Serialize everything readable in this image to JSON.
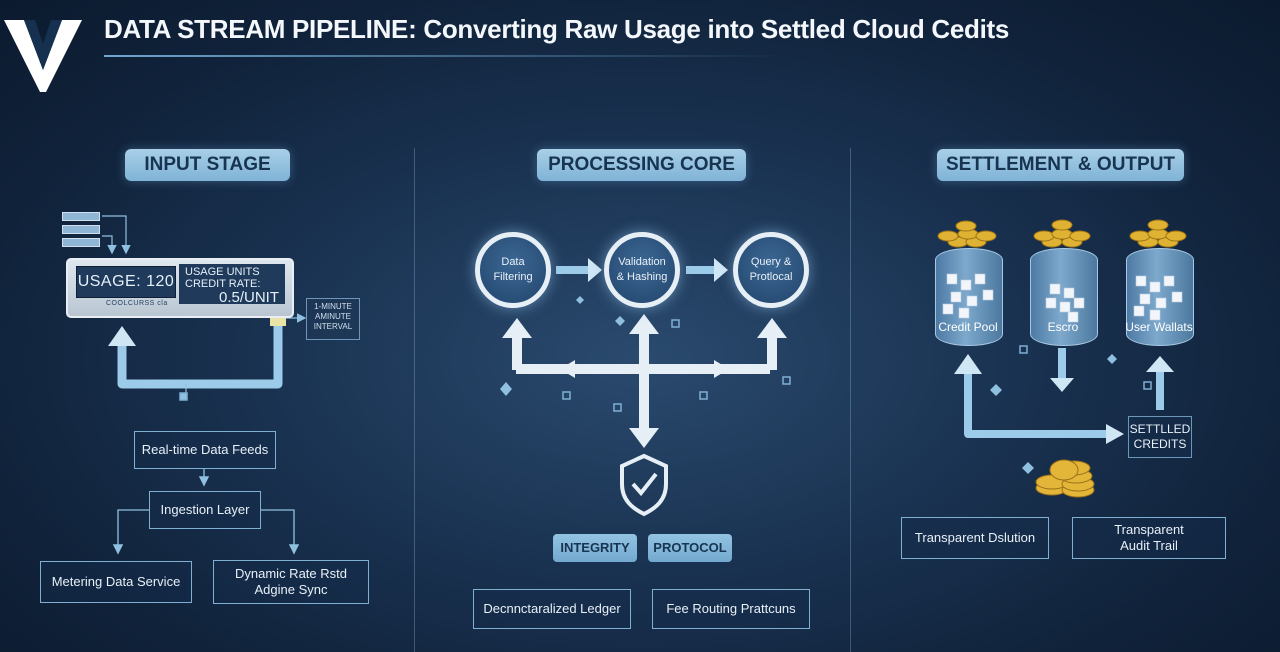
{
  "header": {
    "title": "DATA STREAM PIPELINE: Converting Raw Usage into Settled Cloud Cedits"
  },
  "colors": {
    "background": "#16304f",
    "accent": "#8fc0e0",
    "arrow": "#e6eef6",
    "gold": "#d9a92a"
  },
  "input_stage": {
    "heading": "INPUT STAGE",
    "usage_display": "USAGE: 120",
    "units_label": "USAGE UNITS",
    "credit_rate_label": "CREDIT RATE:",
    "credit_rate_value": "0.5/UNIT",
    "panel_footer": "COOLCURSS   cla",
    "interval_lines": [
      "1-MINUTE",
      "AMINUTE",
      "INTERVAL"
    ],
    "feeds": "Real-time Data Feeds",
    "ingestion": "Ingestion Layer",
    "metering": "Metering Data Service",
    "dynamic_rate_lines": [
      "Dynamic Rate Rstd",
      "Adgine Sync"
    ]
  },
  "processing_core": {
    "heading": "PROCESSING CORE",
    "nodes": [
      {
        "lines": [
          "Data",
          "Filtering"
        ]
      },
      {
        "lines": [
          "Validation",
          "& Hashing"
        ]
      },
      {
        "lines": [
          "Query &",
          "Protlocal"
        ]
      }
    ],
    "tags": [
      "INTEGRITY",
      "PROTOCOL"
    ],
    "ledger": "Decnnctaralized Ledger",
    "fee_routing": "Fee Routing Prattcuns"
  },
  "settlement": {
    "heading": "SETTLEMENT & OUTPUT",
    "pools": [
      "Credit Pool",
      "Escro",
      "User Wallats"
    ],
    "settled_lines": [
      "SETTLLED",
      "CREDITS"
    ],
    "distribution": "Transparent Dslution",
    "audit_lines": [
      "Transparent",
      "Audit Trail"
    ]
  }
}
